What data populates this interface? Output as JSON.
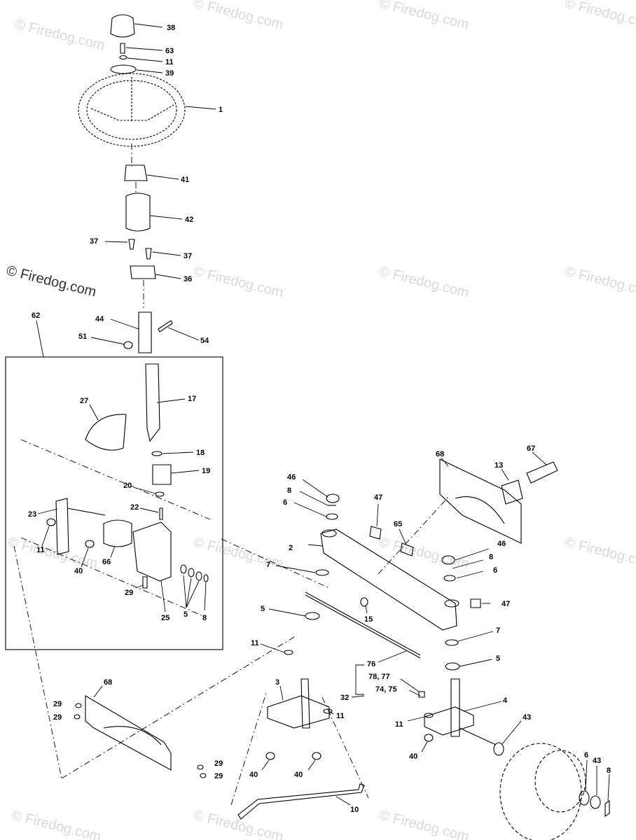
{
  "watermark": {
    "text": "© Firedog.com",
    "repeat_count": 15,
    "color": "#d9d9d9",
    "dark_color": "#333333"
  },
  "callouts": [
    {
      "id": "c38",
      "text": "38"
    },
    {
      "id": "c63",
      "text": "63"
    },
    {
      "id": "c11a",
      "text": "11"
    },
    {
      "id": "c39",
      "text": "39"
    },
    {
      "id": "c1",
      "text": "1"
    },
    {
      "id": "c41",
      "text": "41"
    },
    {
      "id": "c42",
      "text": "42"
    },
    {
      "id": "c37a",
      "text": "37"
    },
    {
      "id": "c37b",
      "text": "37"
    },
    {
      "id": "c36",
      "text": "36"
    },
    {
      "id": "c62",
      "text": "62"
    },
    {
      "id": "c44",
      "text": "44"
    },
    {
      "id": "c51",
      "text": "51"
    },
    {
      "id": "c54",
      "text": "54"
    },
    {
      "id": "c27",
      "text": "27"
    },
    {
      "id": "c17",
      "text": "17"
    },
    {
      "id": "c18",
      "text": "18"
    },
    {
      "id": "c19",
      "text": "19"
    },
    {
      "id": "c20",
      "text": "20"
    },
    {
      "id": "c22",
      "text": "22"
    },
    {
      "id": "c23",
      "text": "23"
    },
    {
      "id": "c11b",
      "text": "11"
    },
    {
      "id": "c40a",
      "text": "40"
    },
    {
      "id": "c66",
      "text": "66"
    },
    {
      "id": "c29a",
      "text": "29"
    },
    {
      "id": "c25",
      "text": "25"
    },
    {
      "id": "c5a",
      "text": "5"
    },
    {
      "id": "c8a",
      "text": "8"
    },
    {
      "id": "c68a",
      "text": "68"
    },
    {
      "id": "c67",
      "text": "67"
    },
    {
      "id": "c13",
      "text": "13"
    },
    {
      "id": "c46a",
      "text": "46"
    },
    {
      "id": "c8b",
      "text": "8"
    },
    {
      "id": "c6a",
      "text": "6"
    },
    {
      "id": "c47a",
      "text": "47"
    },
    {
      "id": "c65",
      "text": "65"
    },
    {
      "id": "c2",
      "text": "2"
    },
    {
      "id": "c46b",
      "text": "46"
    },
    {
      "id": "c8c",
      "text": "8"
    },
    {
      "id": "c6b",
      "text": "6"
    },
    {
      "id": "c7a",
      "text": "7"
    },
    {
      "id": "c47b",
      "text": "47"
    },
    {
      "id": "c5b",
      "text": "5"
    },
    {
      "id": "c15",
      "text": "15"
    },
    {
      "id": "c7b",
      "text": "7"
    },
    {
      "id": "c11c",
      "text": "11"
    },
    {
      "id": "c76",
      "text": "76"
    },
    {
      "id": "c5c",
      "text": "5"
    },
    {
      "id": "c78",
      "text": "78, 77"
    },
    {
      "id": "c74",
      "text": "74, 75"
    },
    {
      "id": "c32",
      "text": "32"
    },
    {
      "id": "c3",
      "text": "3"
    },
    {
      "id": "c11d",
      "text": "11"
    },
    {
      "id": "c11e",
      "text": "11"
    },
    {
      "id": "c4",
      "text": "4"
    },
    {
      "id": "c43a",
      "text": "43"
    },
    {
      "id": "c68b",
      "text": "68"
    },
    {
      "id": "c29b",
      "text": "29"
    },
    {
      "id": "c29c",
      "text": "29"
    },
    {
      "id": "c40b",
      "text": "40"
    },
    {
      "id": "c40c",
      "text": "40"
    },
    {
      "id": "c40d",
      "text": "40"
    },
    {
      "id": "c6c",
      "text": "6"
    },
    {
      "id": "c43b",
      "text": "43"
    },
    {
      "id": "c8d",
      "text": "8"
    },
    {
      "id": "c29d",
      "text": "29"
    },
    {
      "id": "c29e",
      "text": "29"
    },
    {
      "id": "c10",
      "text": "10"
    }
  ]
}
